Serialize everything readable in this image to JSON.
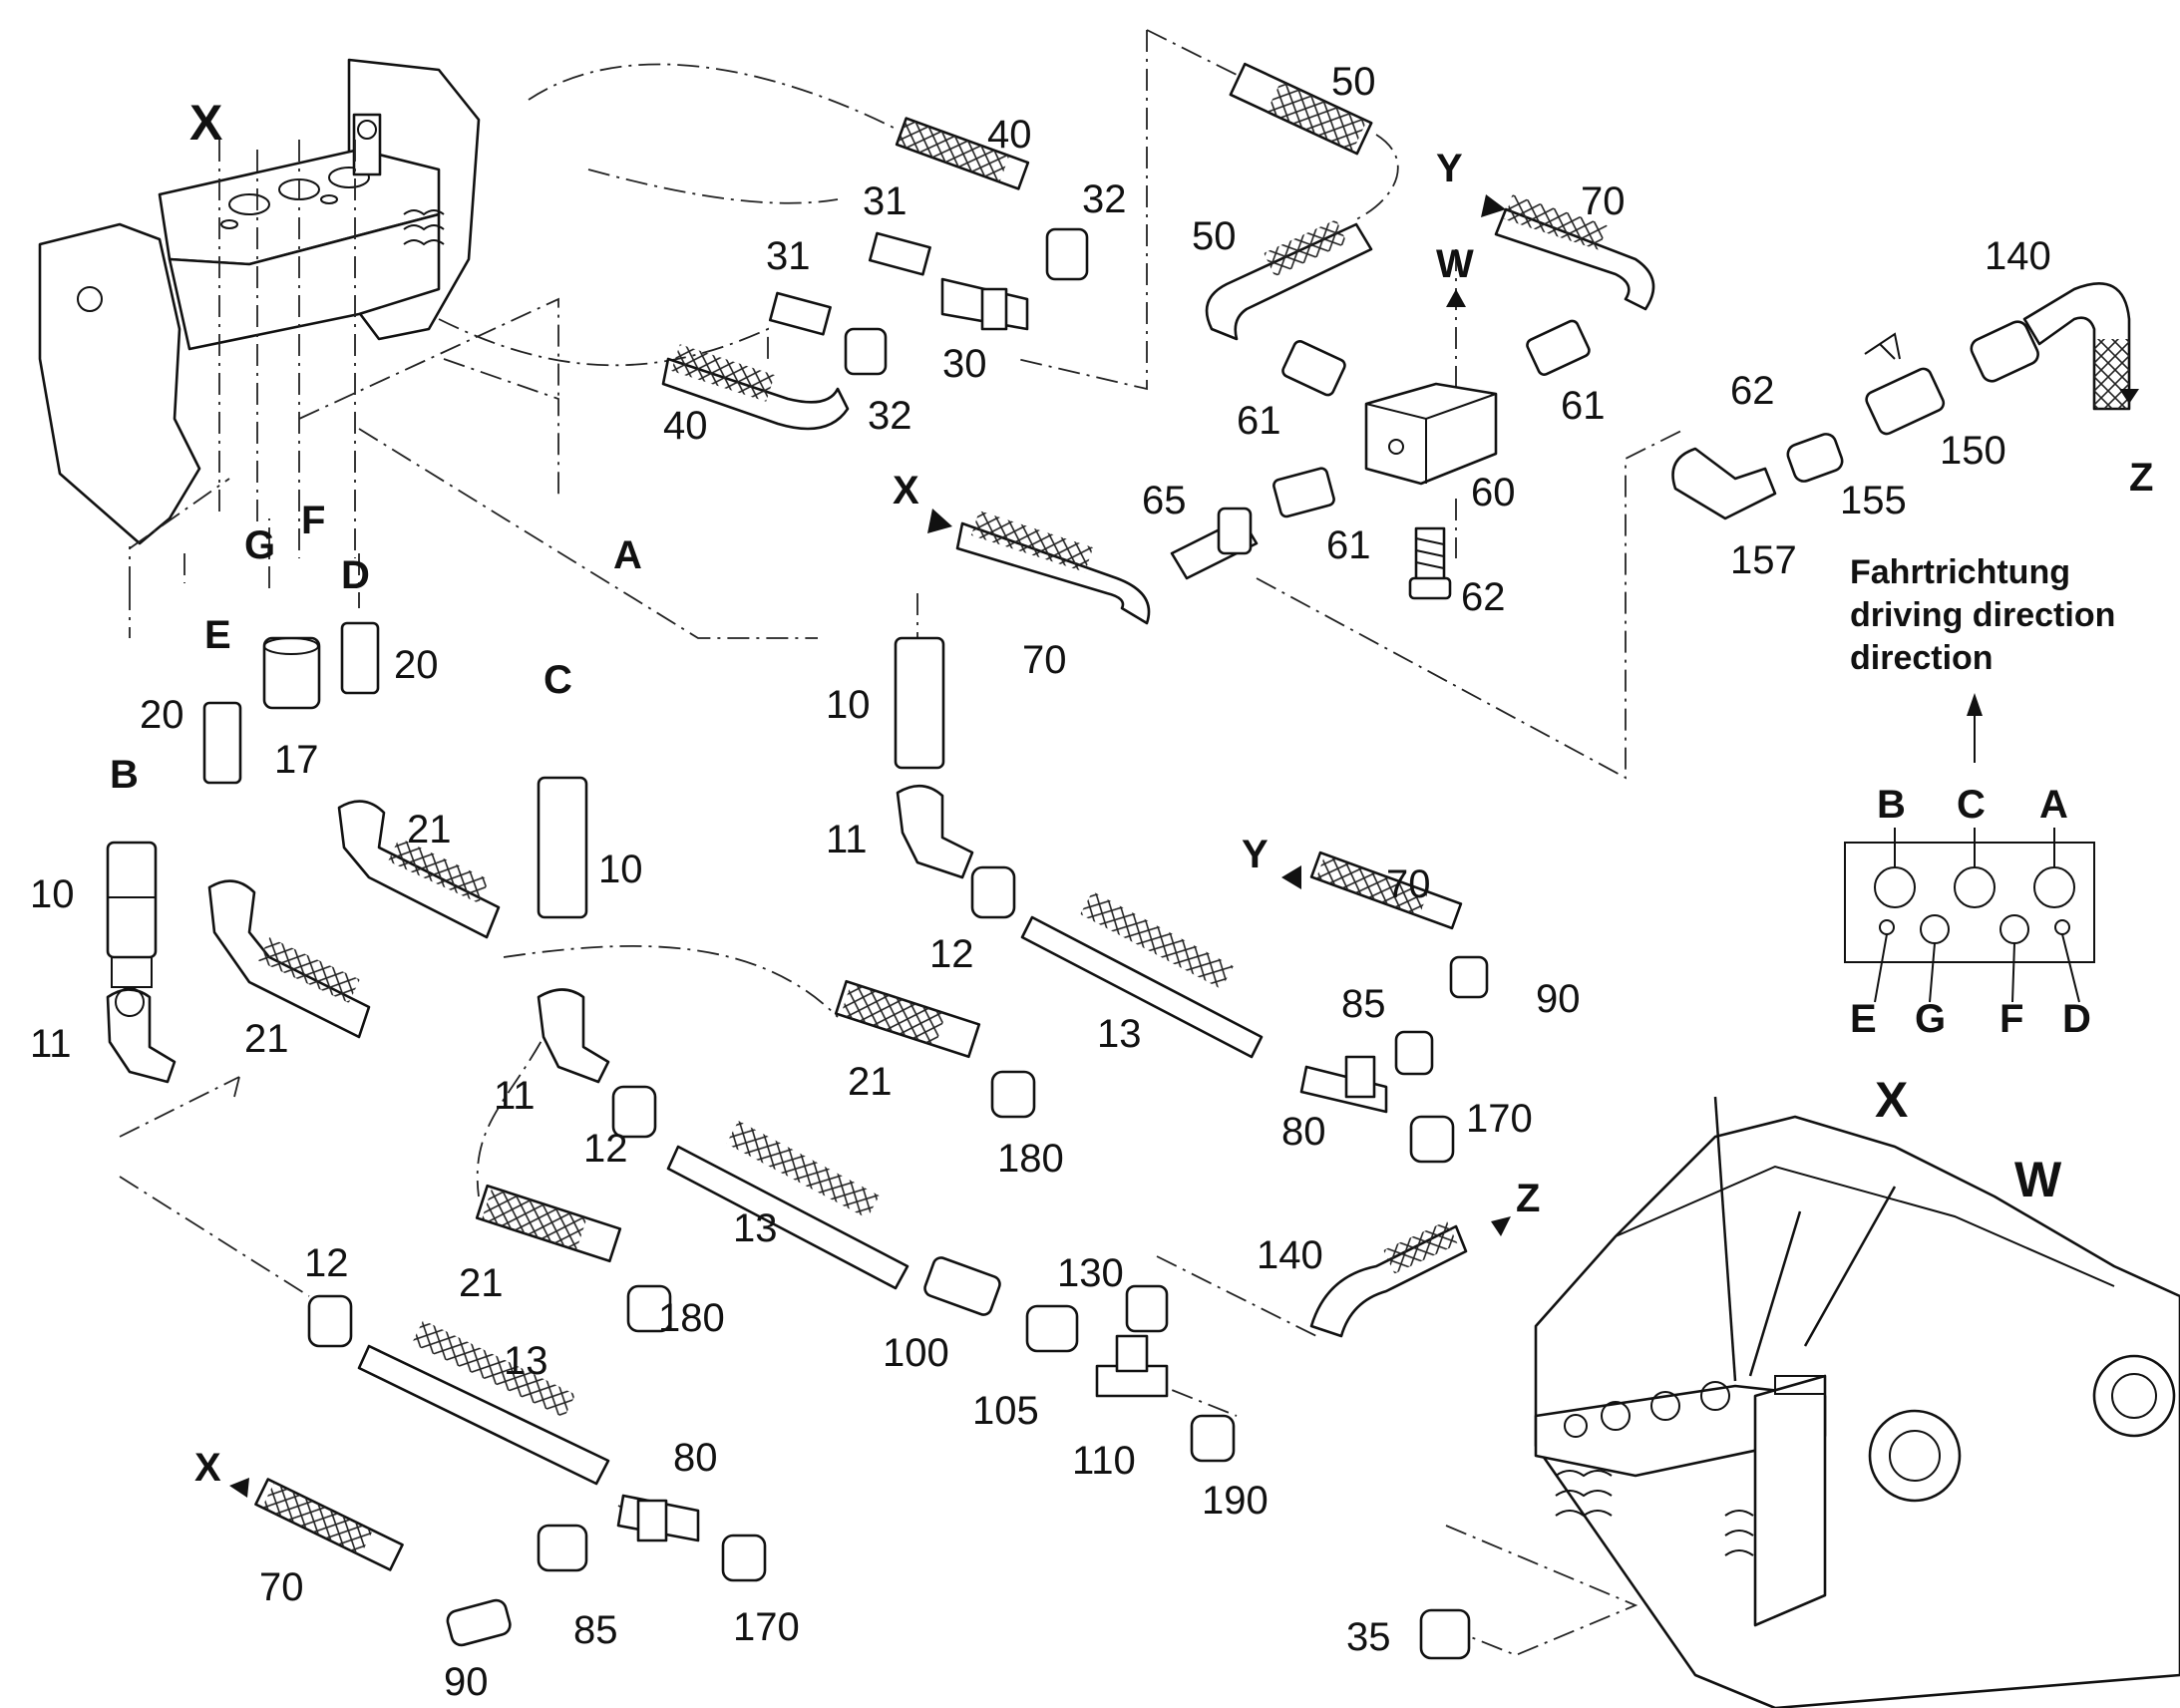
{
  "diagram": {
    "direction_note": [
      "Fahrtrichtung",
      "driving direction",
      "direction"
    ],
    "port_letters": {
      "B": "B",
      "C": "C",
      "A": "A",
      "E": "E",
      "G": "G",
      "F": "F",
      "D": "D",
      "X": "X",
      "W": "W",
      "Y": "Y",
      "Z": "Z"
    },
    "part_numbers": {
      "p10": "10",
      "p11": "11",
      "p12": "12",
      "p13": "13",
      "p17": "17",
      "p20": "20",
      "p21": "21",
      "p30": "30",
      "p31": "31",
      "p32": "32",
      "p35": "35",
      "p40": "40",
      "p50": "50",
      "p60": "60",
      "p61": "61",
      "p62": "62",
      "p65": "65",
      "p70": "70",
      "p80": "80",
      "p85": "85",
      "p90": "90",
      "p100": "100",
      "p105": "105",
      "p110": "110",
      "p130": "130",
      "p140": "140",
      "p150": "150",
      "p155": "155",
      "p157": "157",
      "p170": "170",
      "p180": "180",
      "p190": "190"
    }
  }
}
